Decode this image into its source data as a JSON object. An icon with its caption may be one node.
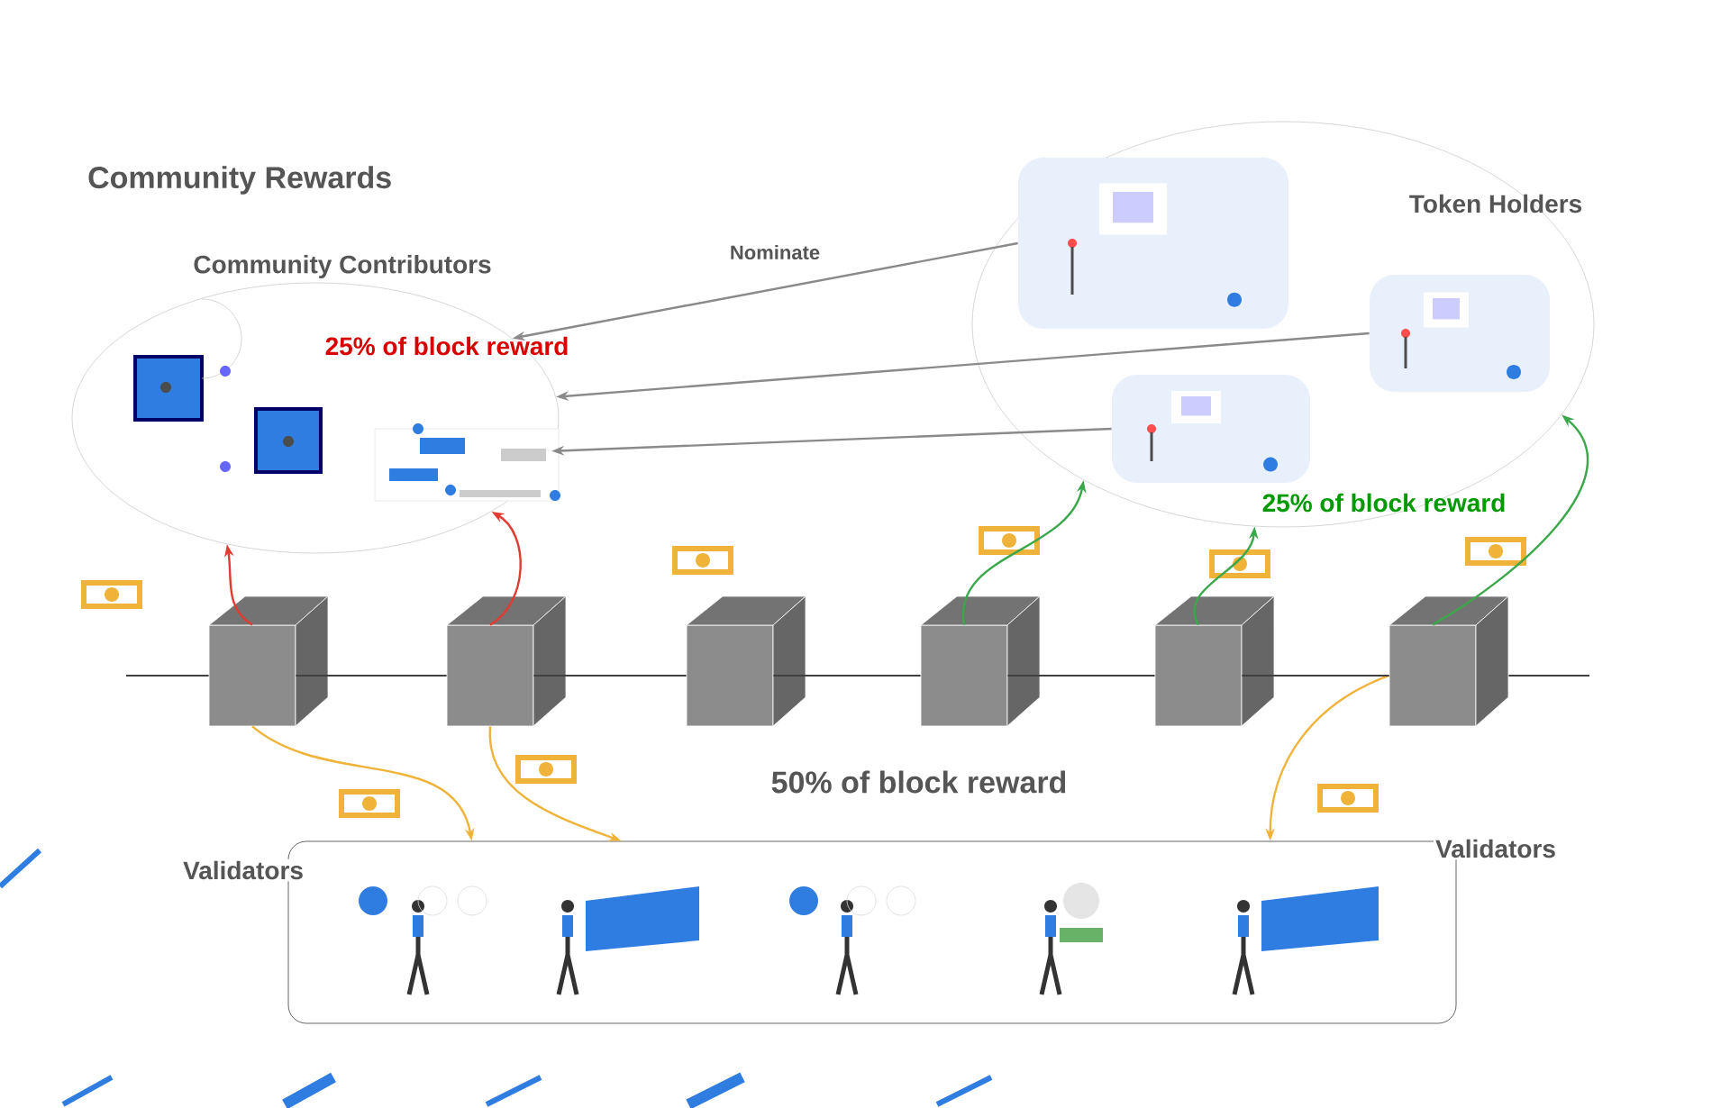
{
  "diagram": {
    "title": "Community Rewards",
    "nodes": [
      {
        "text": [
          "Community Contributors",
          "25% of block reward"
        ]
      },
      {
        "text": [
          "Token Holders",
          "25% of block reward"
        ]
      },
      {
        "text": [],
        "shape": "picture",
        "in": 1
      },
      {
        "text": [],
        "shape": "picture",
        "in": 1
      },
      {
        "text": [],
        "shape": "picture",
        "in": 1
      },
      {
        "text": [],
        "shape": "box"
      },
      {
        "text": [],
        "shape": "box"
      },
      {
        "text": [],
        "shape": "box"
      },
      {
        "text": [],
        "shape": "box"
      },
      {
        "text": [],
        "shape": "box"
      },
      {
        "text": [],
        "shape": "box"
      },
      {
        "text": [
          "Validators",
          "Validators"
        ]
      }
    ],
    "edges": [
      {
        "from": 2,
        "to": 0,
        "arrow": "to",
        "label": "Nominate",
        "color": "#8a8a8a"
      },
      {
        "from": 3,
        "to": 0,
        "arrow": "to",
        "color": "#8a8a8a"
      },
      {
        "from": 4,
        "to": 0,
        "arrow": "to",
        "color": "#8a8a8a"
      },
      {
        "from": 5,
        "to": 0,
        "arrow": "to",
        "color": "#e03c31"
      },
      {
        "from": 6,
        "to": 0,
        "arrow": "to",
        "color": "#e03c31"
      },
      {
        "from": 8,
        "to": 1,
        "arrow": "to",
        "color": "#3aa84a"
      },
      {
        "from": 9,
        "to": 1,
        "arrow": "to",
        "color": "#3aa84a"
      },
      {
        "from": 10,
        "to": 1,
        "arrow": "to",
        "color": "#3aa84a"
      },
      {
        "from": 5,
        "to": 11,
        "arrow": "to",
        "color": "#f0b33a"
      },
      {
        "from": 6,
        "to": 11,
        "arrow": "to",
        "color": "#f0b33a"
      },
      {
        "from": 10,
        "to": 11,
        "arrow": "to",
        "color": "#f0b33a"
      },
      {
        "from": 5,
        "to": 6,
        "arrow": "none"
      },
      {
        "from": 6,
        "to": 7,
        "arrow": "none"
      },
      {
        "from": 7,
        "to": 8,
        "arrow": "none"
      },
      {
        "from": 8,
        "to": 9,
        "arrow": "none"
      },
      {
        "from": 9,
        "to": 10,
        "arrow": "none"
      }
    ],
    "labels": [
      "50% of block reward"
    ]
  }
}
